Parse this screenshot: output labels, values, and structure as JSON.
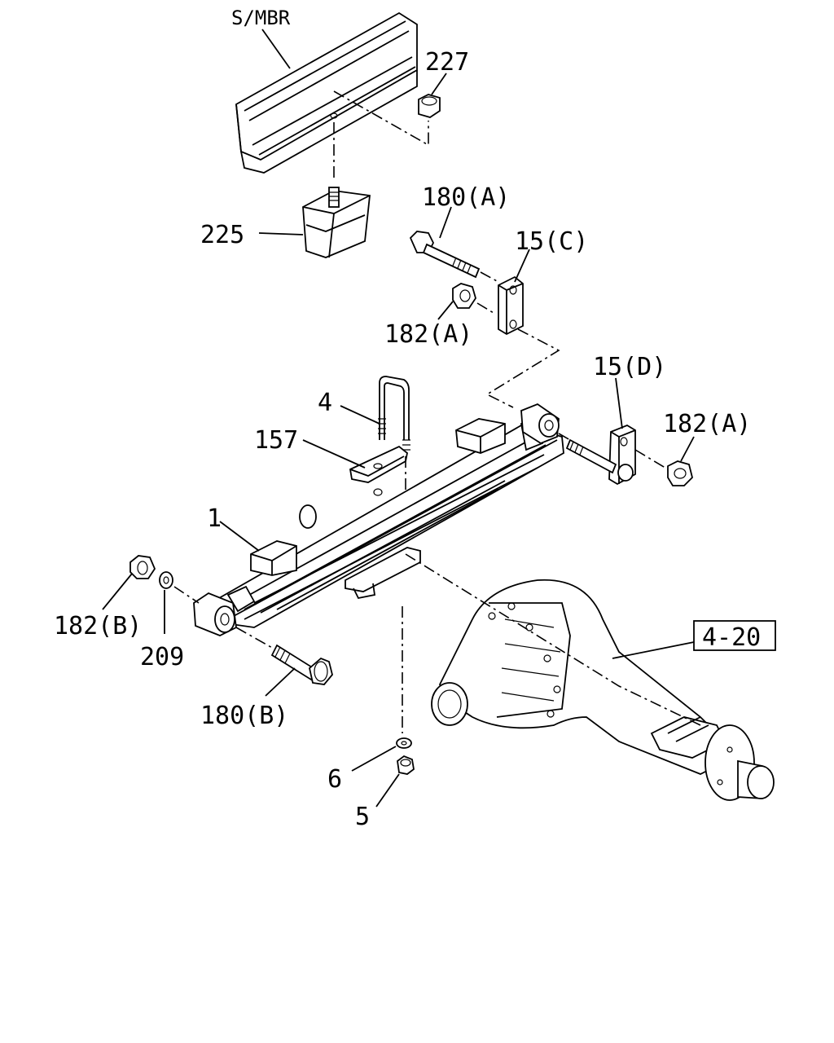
{
  "labels": {
    "s_mbr": "S/MBR",
    "p227": "227",
    "p225": "225",
    "p180a": "180(A)",
    "p15c": "15(C)",
    "p182a_1": "182(A)",
    "p15d": "15(D)",
    "p182a_2": "182(A)",
    "p4": "4",
    "p157": "157",
    "p1": "1",
    "p182b": "182(B)",
    "p209": "209",
    "p180b": "180(B)",
    "p6": "6",
    "p5": "5",
    "ref_4_20": "4-20"
  }
}
